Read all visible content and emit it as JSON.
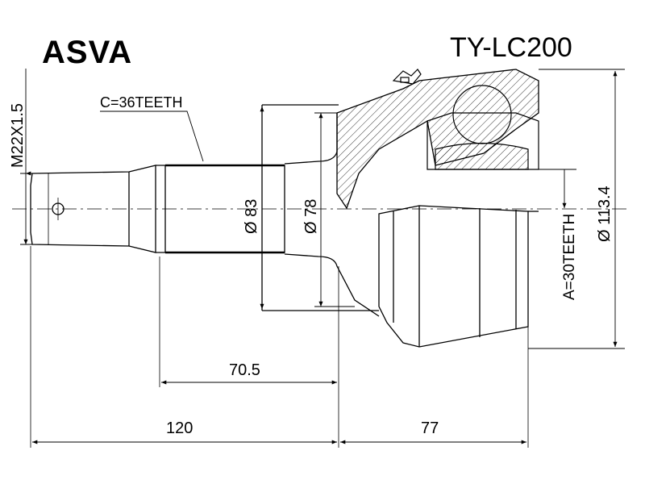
{
  "brand": "ASVA",
  "part_number": "TY-LC200",
  "labels": {
    "thread": "M22X1.5",
    "spline_c": "C=36TEETH",
    "spline_a": "A=30TEETH",
    "dia_83": "Ø 83",
    "dia_78": "Ø 78",
    "dia_113": "Ø 113.4",
    "len_70_5": "70.5",
    "len_120": "120",
    "len_77": "77"
  },
  "colors": {
    "line": "#000000",
    "hatch": "#000000",
    "background": "#ffffff"
  }
}
